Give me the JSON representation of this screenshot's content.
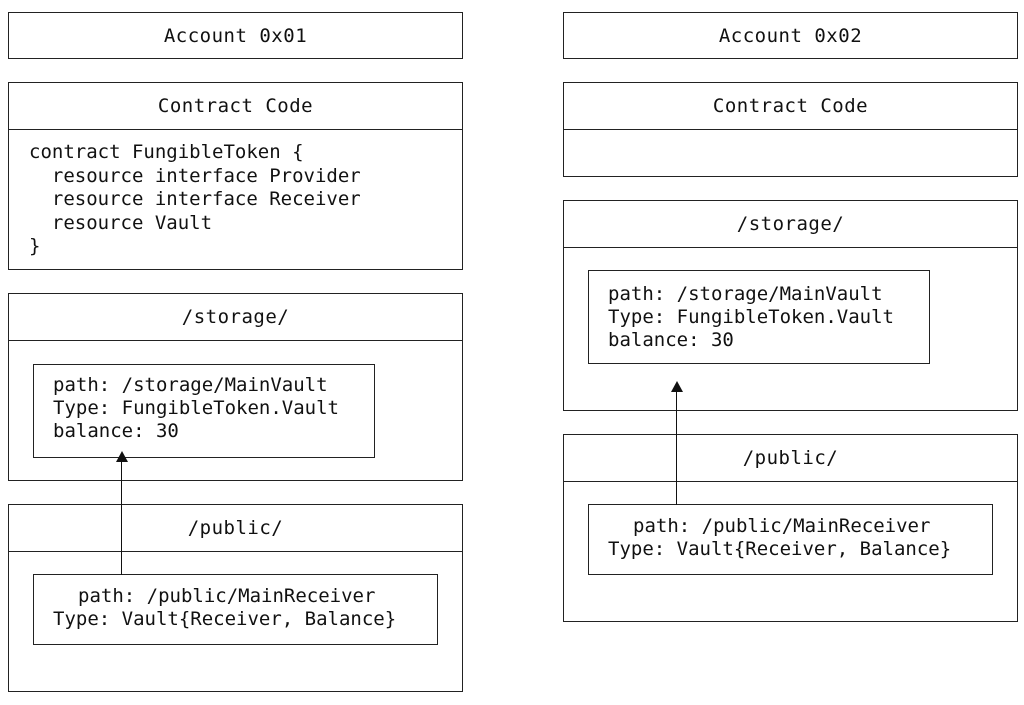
{
  "accounts": [
    {
      "title": "Account 0x01",
      "contract": {
        "title": "Contract Code",
        "code": "contract FungibleToken {\n  resource interface Provider\n  resource interface Receiver\n  resource Vault\n}"
      },
      "storage": {
        "title": "/storage/",
        "item": {
          "path": "path: /storage/MainVault",
          "type": "Type: FungibleToken.Vault",
          "balance": "balance: 30"
        }
      },
      "public": {
        "title": "/public/",
        "item": {
          "path": "path: /public/MainReceiver",
          "type": "Type: Vault{Receiver, Balance}"
        }
      }
    },
    {
      "title": "Account 0x02",
      "contract": {
        "title": "Contract Code",
        "code": ""
      },
      "storage": {
        "title": "/storage/",
        "item": {
          "path": "path: /storage/MainVault",
          "type": "Type: FungibleToken.Vault",
          "balance": "balance: 30"
        }
      },
      "public": {
        "title": "/public/",
        "item": {
          "path": "path: /public/MainReceiver",
          "type": "Type: Vault{Receiver, Balance}"
        }
      }
    }
  ]
}
